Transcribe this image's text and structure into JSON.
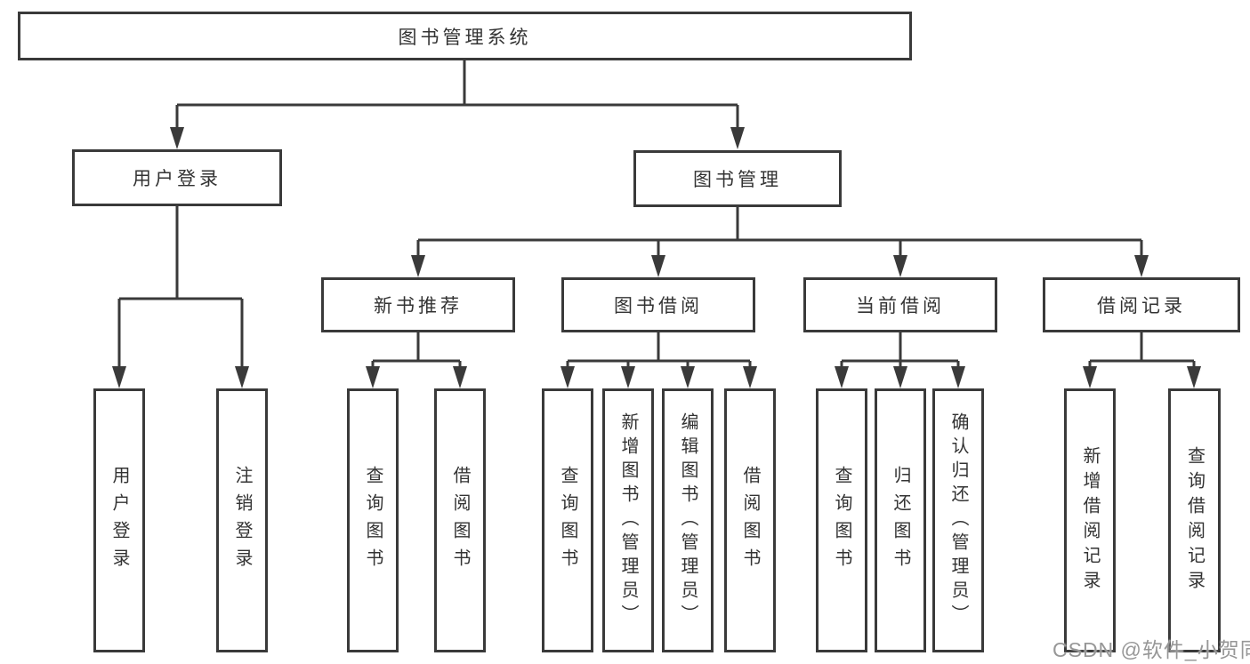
{
  "diagram": {
    "title": "图书管理系统",
    "branches": {
      "login": {
        "label": "用户登录",
        "children": [
          "用户登录",
          "注销登录"
        ]
      },
      "management": {
        "label": "图书管理",
        "sections": [
          {
            "label": "新书推荐",
            "children": [
              "查询图书",
              "借阅图书"
            ]
          },
          {
            "label": "图书借阅",
            "children": [
              "查询图书",
              "新增图书（管理员）",
              "编辑图书（管理员）",
              "借阅图书"
            ]
          },
          {
            "label": "当前借阅",
            "children": [
              "查询图书",
              "归还图书",
              "确认归还（管理员）"
            ]
          },
          {
            "label": "借阅记录",
            "children": [
              "新增借阅记录",
              "查询借阅记录"
            ]
          }
        ]
      }
    },
    "colors": {
      "line": "#3a3a3a",
      "text": "#333333",
      "background": "#ffffff",
      "watermark": "#979797"
    }
  },
  "watermark": {
    "text": "CSDN @软件_小贺同学"
  }
}
